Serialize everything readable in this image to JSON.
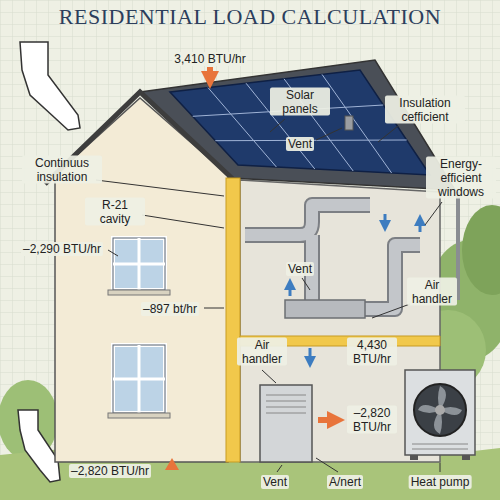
{
  "diagram": {
    "title": "RESIDENTIAL LOAD CALCULATION",
    "labels": [
      "3,410 BTU/hr",
      "Solar panels",
      "Insulation cefficient",
      "Vent",
      "Energy-efficient windows",
      "Continuus insulation",
      "R-21 cavity",
      "–2,290 BTU/hr",
      "Vent",
      "Air handler",
      "–897 bt/hr",
      "Air handler",
      "4,430 BTU/hr",
      "–2,820 BTU/hr",
      "–2,820 BTU/hr",
      "Vent",
      "A/nert",
      "Heat pump"
    ]
  }
}
